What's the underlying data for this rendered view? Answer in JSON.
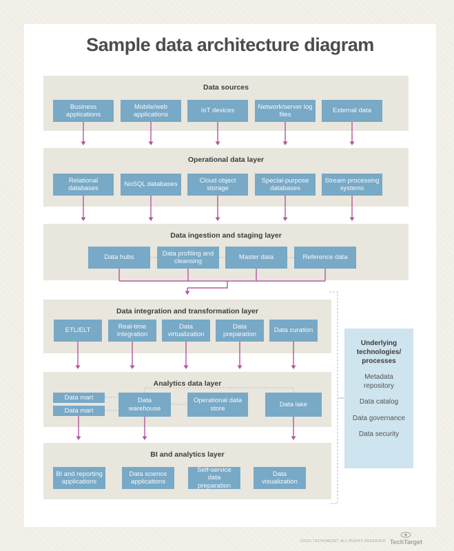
{
  "title": "Sample data architecture diagram",
  "layers": [
    {
      "name": "Data sources",
      "boxes": [
        "Business applications",
        "Mobile/web applications",
        "IoT devices",
        "Network/server log files",
        "External data"
      ]
    },
    {
      "name": "Operational data layer",
      "boxes": [
        "Relational databases",
        "NoSQL databases",
        "Cloud object storage",
        "Special-purpose databases",
        "Stream processing systems"
      ]
    },
    {
      "name": "Data ingestion and staging layer",
      "boxes": [
        "Data hubs",
        "Data profiling and cleansing",
        "Master data",
        "Reference data"
      ]
    },
    {
      "name": "Data integration and transformation layer",
      "boxes": [
        "ETL/ELT",
        "Real-time integration",
        "Data virtualization",
        "Data preparation",
        "Data curation"
      ]
    },
    {
      "name": "Analytics data layer",
      "boxes": [
        "Data mart",
        "Data mart",
        "Data warehouse",
        "Operational data store",
        "Data lake"
      ]
    },
    {
      "name": "BI and analytics layer",
      "boxes": [
        "BI and reporting applications",
        "Data science applications",
        "Self-service data preparation",
        "Data visualization"
      ]
    }
  ],
  "side_panel": {
    "title": "Underlying technologies/ processes",
    "items": [
      "Metadata repository",
      "Data catalog",
      "Data governance",
      "Data security"
    ]
  },
  "footer": {
    "copyright": "©2021 TECHTARGET, ALL RIGHTS RESERVED",
    "brand": "TechTarget"
  },
  "colors": {
    "background": "#f2f0e9",
    "background_stripe": "#eceae2",
    "card": "#ffffff",
    "title_text": "#4c4c4b",
    "band_fill": "#e9e6dd",
    "band_title_text": "#3d3d3b",
    "node_fill": "#78a9c6",
    "node_text": "#f7fafc",
    "arrow": "#b2569d",
    "dashed_connector": "#a3bfcc",
    "bracket": "#a9cfe2",
    "panel_fill": "#cee4ef",
    "panel_text": "#54544f",
    "footer_text": "#a39f96"
  }
}
